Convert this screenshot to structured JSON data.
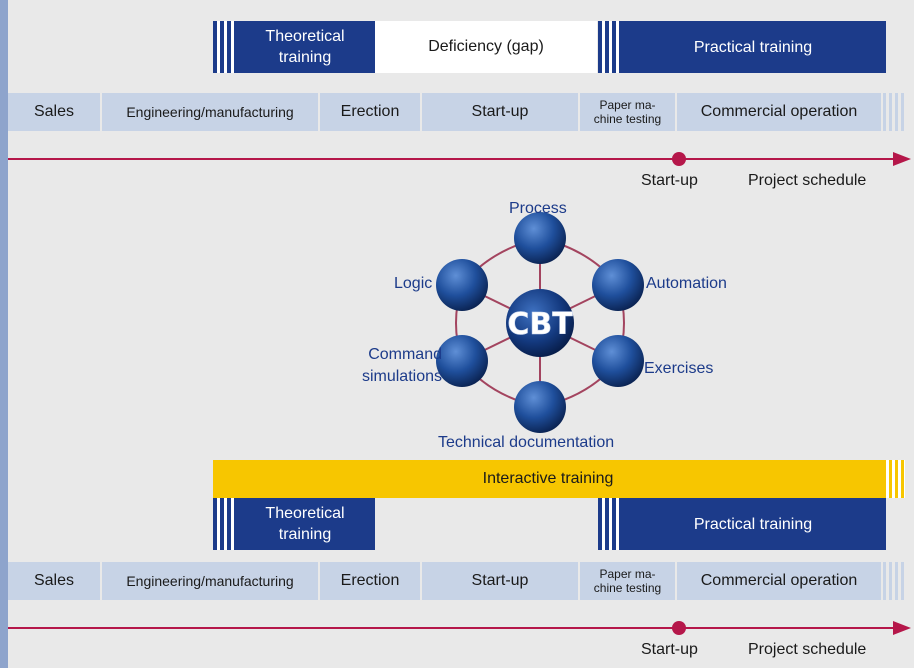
{
  "top_section": {
    "theoretical_training": "Theoretical training",
    "deficiency": "Deficiency (gap)",
    "practical_training": "Practical training"
  },
  "phases": {
    "sales": "Sales",
    "engineering": "Engineering/manufacturing",
    "erection": "Erection",
    "startup": "Start-up",
    "paper_testing_line1": "Paper ma-",
    "paper_testing_line2": "chine testing",
    "commercial": "Commercial operation"
  },
  "timeline": {
    "milestone": "Start-up",
    "axis_label": "Project schedule"
  },
  "cbt": {
    "center": "CBT",
    "process": "Process",
    "automation": "Automation",
    "exercises": "Exercises",
    "technical_documentation": "Technical documentation",
    "command_simulations_line1": "Command",
    "command_simulations_line2": "simulations",
    "logic": "Logic"
  },
  "bottom_section": {
    "interactive_training": "Interactive training",
    "theoretical_training": "Theoretical training",
    "practical_training": "Practical training"
  },
  "colors": {
    "dark_blue": "#1c3b8a",
    "light_blue": "#c7d3e6",
    "crimson": "#b5174a",
    "yellow": "#f7c600",
    "background": "#e9e9e9"
  }
}
